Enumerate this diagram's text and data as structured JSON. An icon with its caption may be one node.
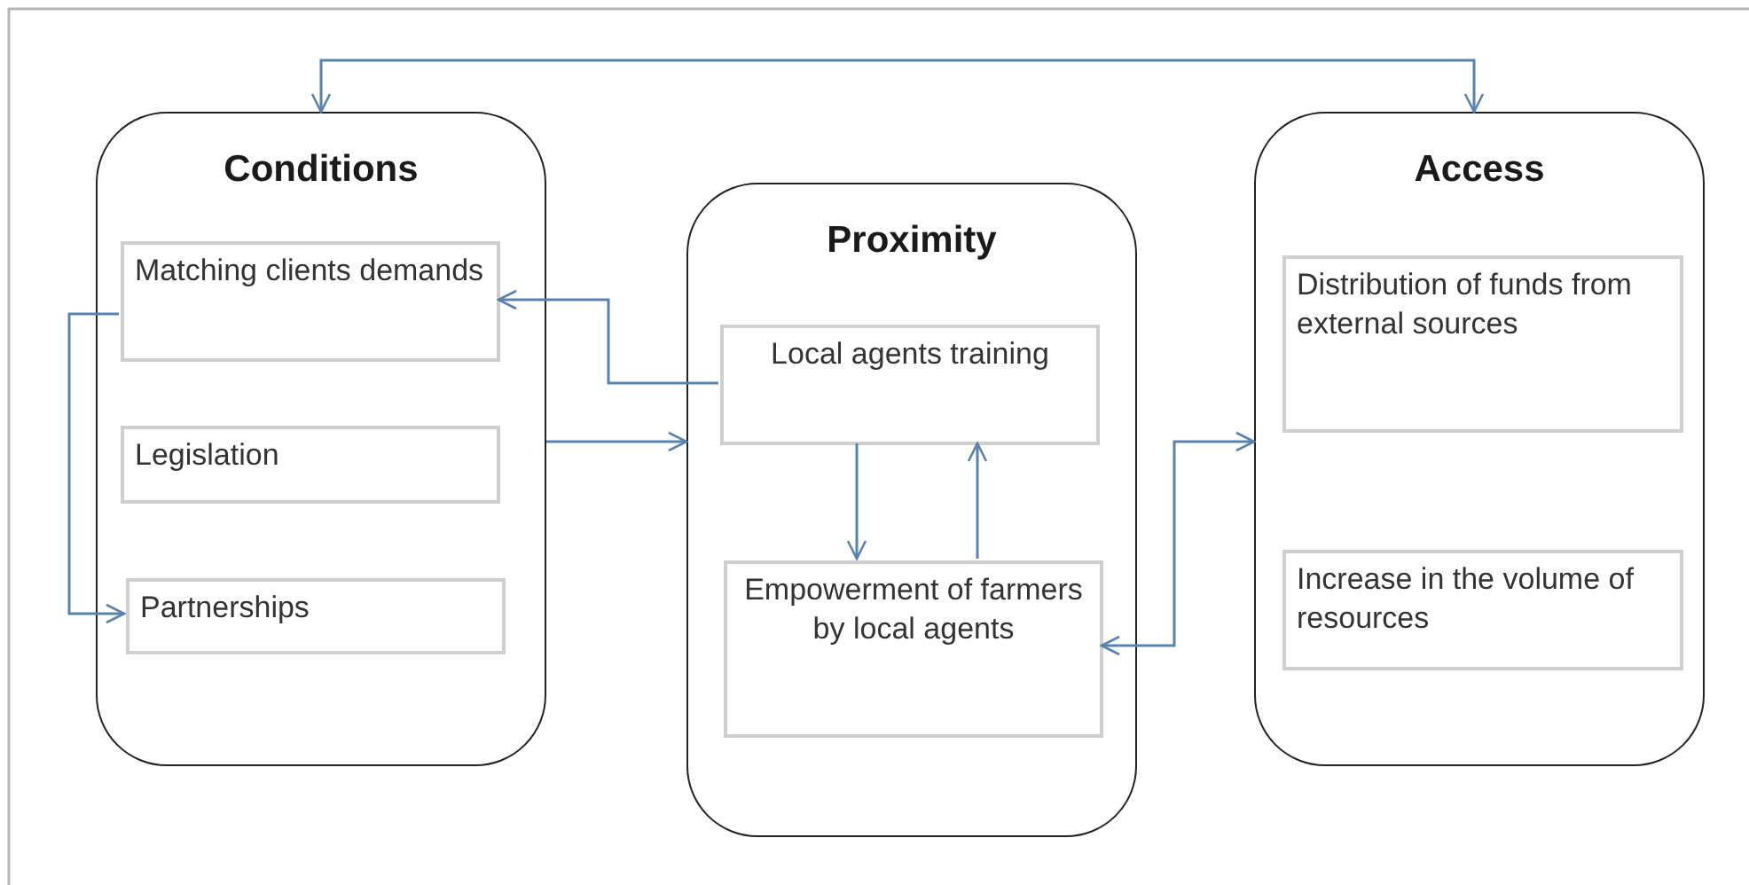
{
  "diagram": {
    "nodes": [
      {
        "text": [
          "Conditions"
        ]
      },
      {
        "text": [
          "Matching clients demands"
        ],
        "in": 0
      },
      {
        "text": [
          "Legislation"
        ],
        "in": 0
      },
      {
        "text": [
          "Partnerships"
        ],
        "in": 0
      },
      {
        "text": [
          "Proximity"
        ]
      },
      {
        "text": [
          "Local agents training"
        ],
        "in": 4
      },
      {
        "text": [
          "Empowerment of farmers by local agents"
        ],
        "in": 4
      },
      {
        "text": [
          "Access"
        ]
      },
      {
        "text": [
          "Distribution of funds from external sources"
        ],
        "in": 7
      },
      {
        "text": [
          "Increase in the volume of resources"
        ],
        "in": 7
      }
    ],
    "edges": [
      {
        "from": 0,
        "to": 7,
        "arrow": "both"
      },
      {
        "from": 5,
        "to": 1,
        "arrow": "to"
      },
      {
        "from": 1,
        "to": 3,
        "arrow": "to"
      },
      {
        "from": 0,
        "to": 4,
        "arrow": "to"
      },
      {
        "from": 5,
        "to": 6,
        "arrow": "to"
      },
      {
        "from": 6,
        "to": 5,
        "arrow": "to"
      },
      {
        "from": 6,
        "to": 7,
        "arrow": "both"
      }
    ]
  }
}
